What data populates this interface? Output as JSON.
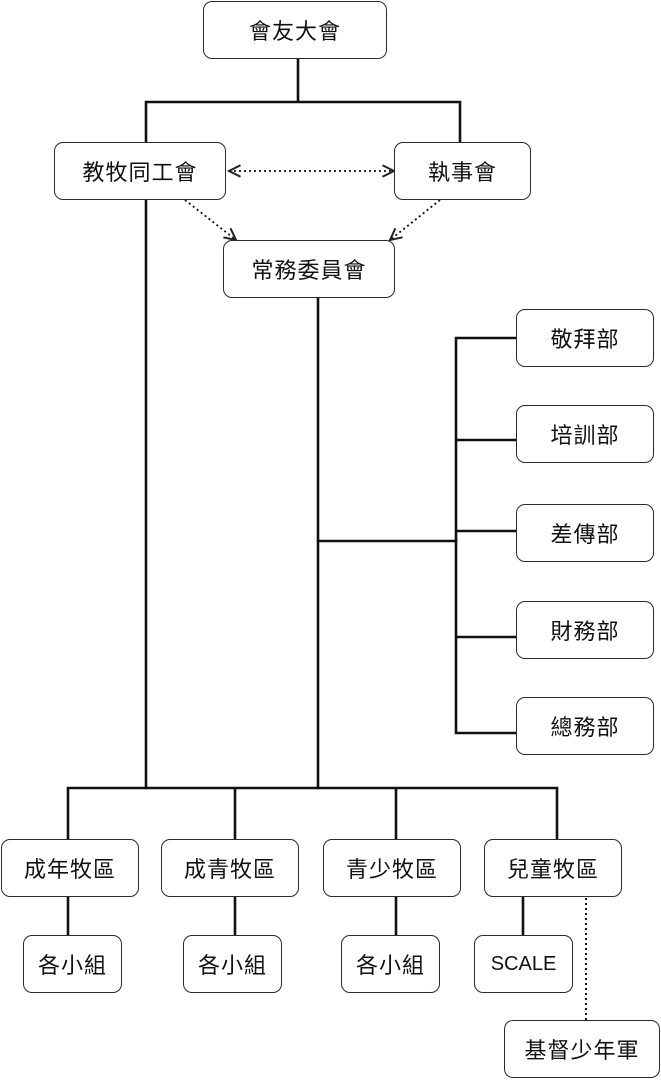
{
  "org_chart": {
    "congregation": "會友大會",
    "pastoral_staff": "教牧同工會",
    "deacons": "執事會",
    "standing_committee": "常務委員會",
    "departments": [
      "敬拜部",
      "培訓部",
      "差傳部",
      "財務部",
      "總務部"
    ],
    "pastoral_districts": [
      {
        "name": "成年牧區",
        "child": "各小組"
      },
      {
        "name": "成青牧區",
        "child": "各小組"
      },
      {
        "name": "青少牧區",
        "child": "各小組"
      },
      {
        "name": "兒童牧區",
        "child": "SCALE"
      }
    ],
    "affiliated": "基督少年軍"
  }
}
